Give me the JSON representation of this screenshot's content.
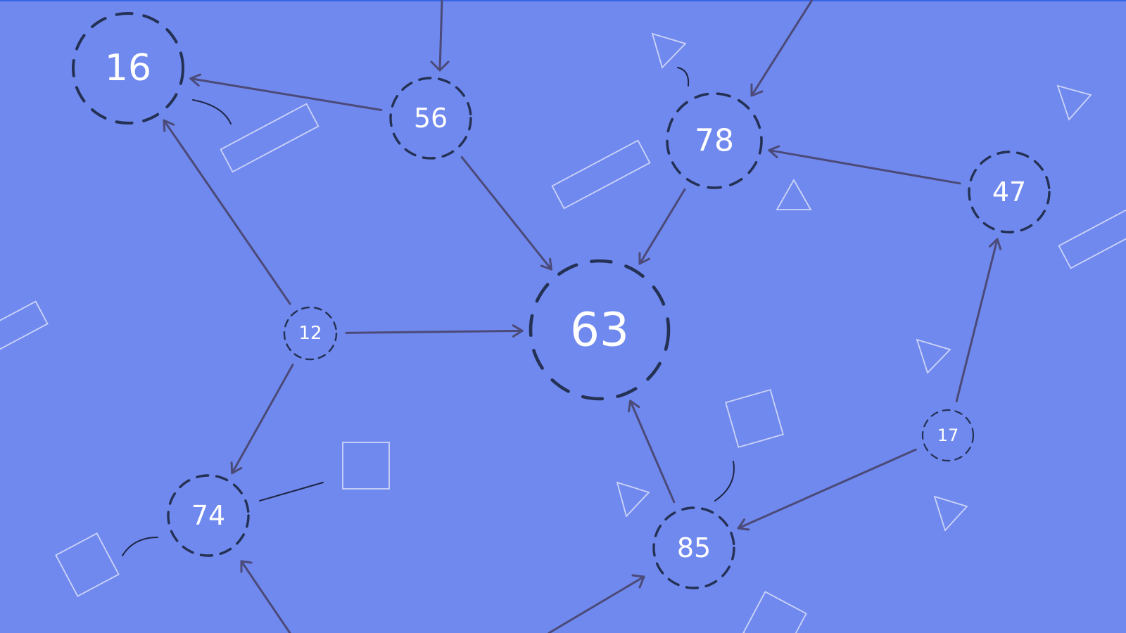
{
  "diagram": {
    "nodes": [
      {
        "id": "n16",
        "label": "16"
      },
      {
        "id": "n56",
        "label": "56"
      },
      {
        "id": "n78",
        "label": "78"
      },
      {
        "id": "n47",
        "label": "47"
      },
      {
        "id": "n12",
        "label": "12"
      },
      {
        "id": "n63",
        "label": "63"
      },
      {
        "id": "n74",
        "label": "74"
      },
      {
        "id": "n85",
        "label": "85"
      },
      {
        "id": "n17",
        "label": "17"
      }
    ],
    "edges": [
      {
        "from": "n56",
        "to": "n16"
      },
      {
        "from": "n56",
        "to": "n63"
      },
      {
        "from": "n78",
        "to": "n63"
      },
      {
        "from": "n47",
        "to": "n78"
      },
      {
        "from": "n12",
        "to": "n16"
      },
      {
        "from": "n12",
        "to": "n63"
      },
      {
        "from": "n12",
        "to": "n74"
      },
      {
        "from": "n85",
        "to": "n63"
      },
      {
        "from": "n17",
        "to": "n85"
      },
      {
        "from": "n17",
        "to": "n47"
      }
    ],
    "colors": {
      "background": "#7089ee",
      "edge": "#4b4a78",
      "node_ring": "#243154",
      "label": "#ffffff",
      "decoration": "#d7ddfa"
    }
  }
}
